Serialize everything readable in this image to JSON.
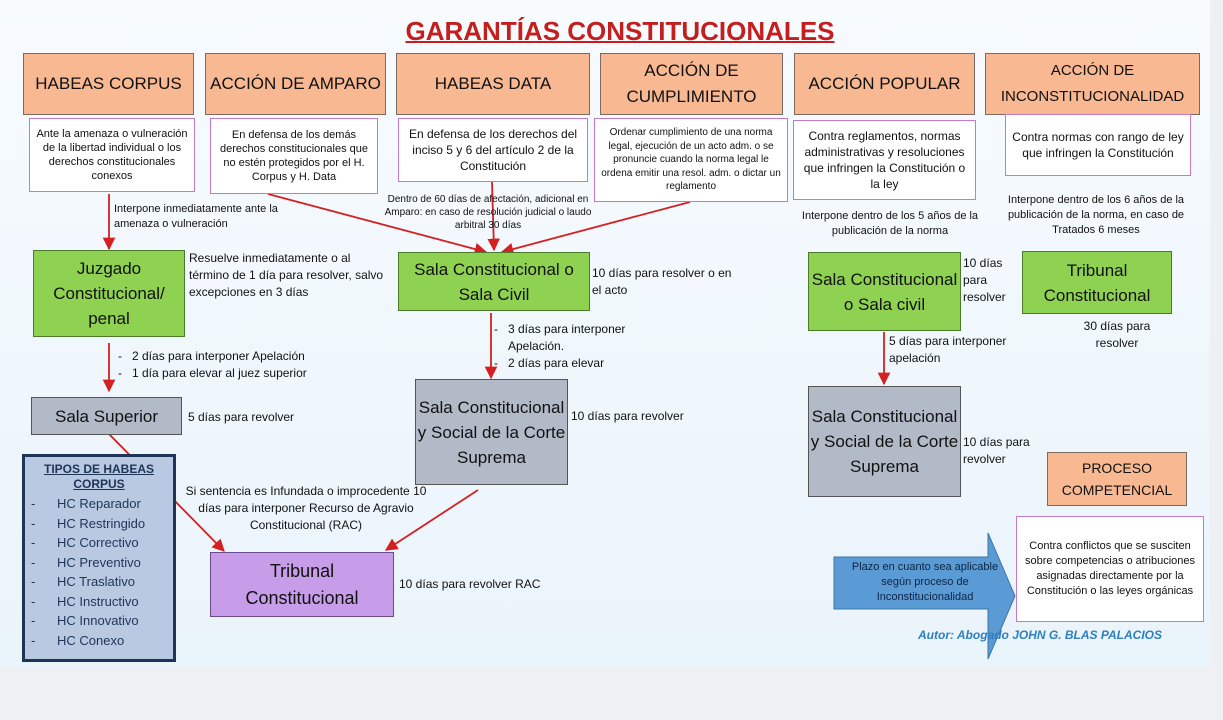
{
  "title": "GARANTÍAS CONSTITUCIONALES",
  "headers": {
    "habeas_corpus": "HABEAS CORPUS",
    "accion_amparo": "ACCIÓN DE AMPARO",
    "habeas_data": "HABEAS DATA",
    "accion_cumplimiento": "ACCIÓN DE CUMPLIMIENTO",
    "accion_popular": "ACCIÓN POPULAR",
    "accion_inconstitucionalidad": "ACCIÓN DE INCONSTITUCIONALIDAD"
  },
  "descriptions": {
    "habeas_corpus": "Ante la amenaza o vulneración de la libertad individual o los derechos constitucionales conexos",
    "accion_amparo": "En defensa de los demás derechos constitucionales que no estén protegidos por el H. Corpus y H. Data",
    "habeas_data": "En defensa de los derechos del inciso 5 y 6 del artículo 2 de la Constitución",
    "accion_cumplimiento": "Ordenar cumplimiento de una norma legal, ejecución de un acto adm. o se pronuncie cuando la norma legal le ordena emitir una resol. adm. o dictar un reglamento",
    "accion_popular": "Contra reglamentos, normas administrativas y resoluciones que infringen la Constitución o la ley",
    "accion_inconstitucionalidad": "Contra normas con rango de ley que infringen la Constitución"
  },
  "notes": {
    "hc_interpone": "Interpone inmediatamente ante la amenaza o vulneración",
    "amparo_plazo": "Dentro de 60 días de afectación, adicional en Amparo: en caso de resolución judicial o laudo arbitral 30 días",
    "popular_plazo": "Interpone dentro de los 5 años de la publicación de la norma",
    "incons_plazo": "Interpone dentro de los 6 años de la publicación de la norma, en caso de Tratados 6 meses",
    "juzgado_resuelve": "Resuelve inmediatamente o al término de 1 día para resolver, salvo excepciones en 3 días",
    "sala_const_resolver": "10 días para resolver o en el acto",
    "popular_sala_resolver": "10 días para resolver",
    "tribunal_incons_resolver": "30 días para resolver",
    "hc_apelacion_1": "2 días para interponer Apelación",
    "hc_apelacion_2": "1 día para elevar al juez superior",
    "sala_apelacion_1": "3 días para interponer Apelación.",
    "sala_apelacion_2": "2 días para elevar",
    "popular_apelacion": "5 días para interponer apelación",
    "sala_superior_plazo": "5 días para revolver",
    "corte_suprema_plazo": "10 días para revolver",
    "popular_corte_plazo": "10 días para revolver",
    "rac_note": "Si sentencia es Infundada o improcedente 10 días para interponer Recurso de Agravio Constitucional (RAC)",
    "tribunal_rac": "10 días para revolver RAC"
  },
  "boxes": {
    "juzgado": "Juzgado Constitucional/ penal",
    "sala_const_civil": "Sala Constitucional o Sala Civil",
    "popular_sala": "Sala Constitucional o Sala civil",
    "tribunal_constitucional_right": "Tribunal Constitucional",
    "sala_superior": "Sala Superior",
    "corte_suprema": "Sala Constitucional y Social de la Corte Suprema",
    "popular_corte_suprema": "Sala Constitucional y Social de la Corte Suprema",
    "tribunal_constitucional_bottom": "Tribunal Constitucional"
  },
  "tipos": {
    "heading": "TIPOS DE HABEAS CORPUS",
    "items": [
      "HC Reparador",
      "HC Restringido",
      "HC Correctivo",
      "HC Preventivo",
      "HC Traslativo",
      "HC Instructivo",
      "HC Innovativo",
      "HC Conexo"
    ]
  },
  "proceso_competencial": {
    "title": "PROCESO COMPETENCIAL",
    "description": "Contra conflictos que se susciten sobre competencias o atribuciones asignadas directamente por la Constitución o las leyes orgánicas",
    "arrow_text": "Plazo en cuanto sea aplicable según proceso de Inconstitucionalidad"
  },
  "author": "Autor: Abogado JOHN G. BLAS PALACIOS",
  "colors": {
    "title": "#c41e1e",
    "header_fill": "#f8b892",
    "green_fill": "#8fd151",
    "gray_fill": "#b3bac7",
    "purple_fill": "#c79ce8",
    "arrow": "#d42020",
    "competencial_arrow": "#5b9bd5",
    "author": "#2d7fc0"
  }
}
